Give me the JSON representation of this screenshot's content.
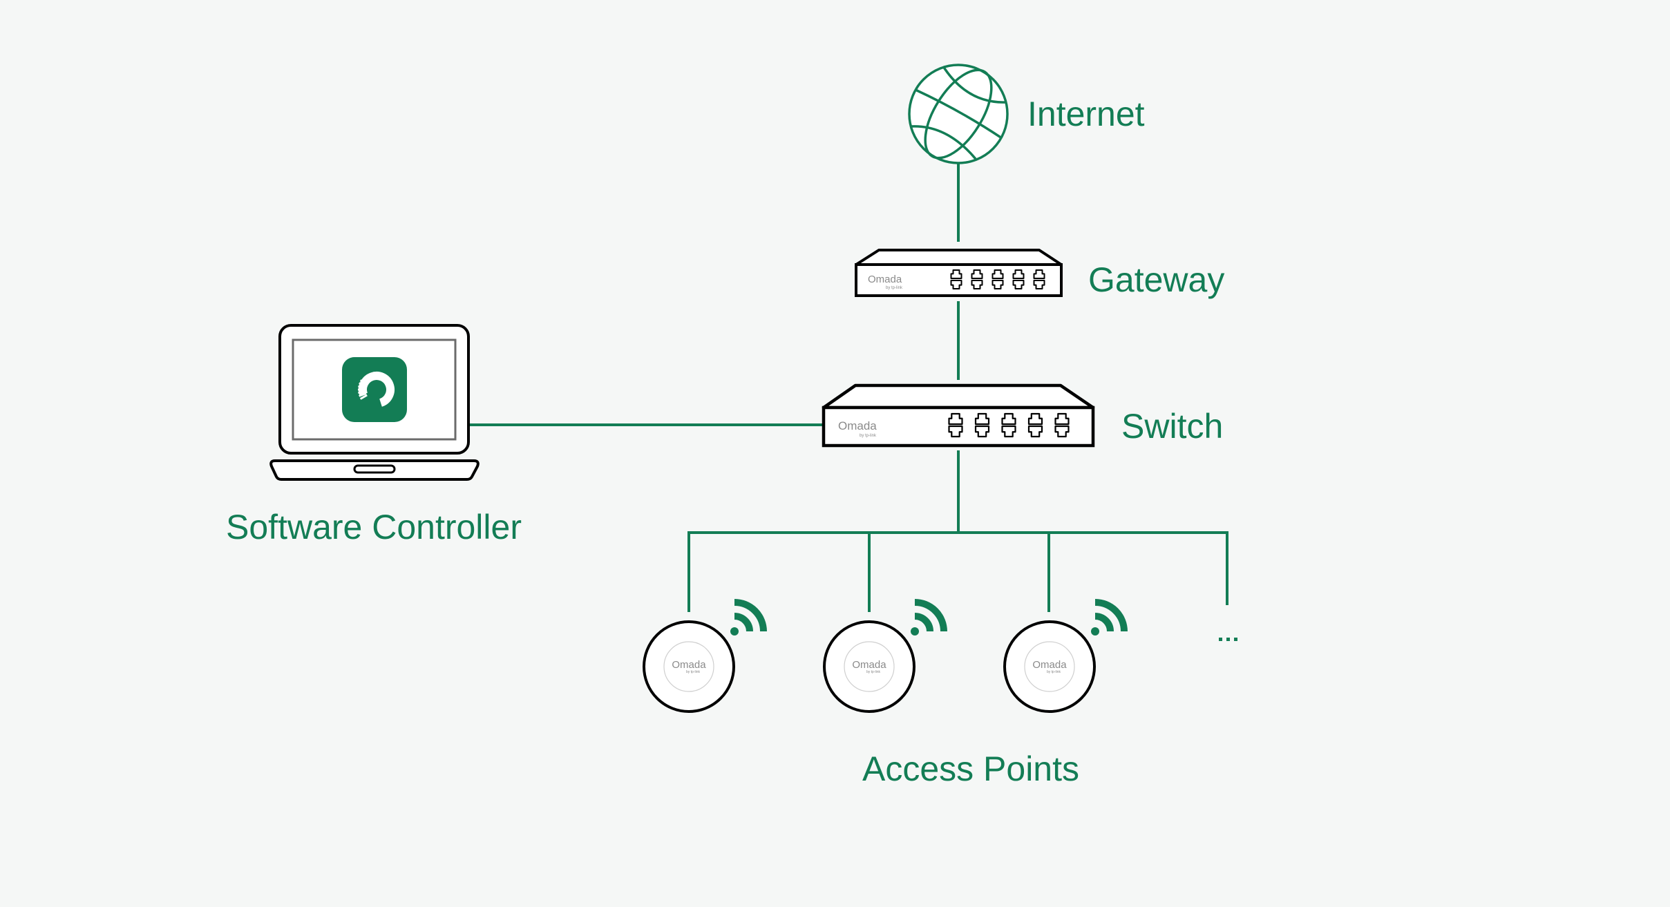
{
  "diagram": {
    "title": "Omada Software Controller network topology",
    "colors": {
      "accent": "#137d55",
      "device_outline": "#000000",
      "device_fill": "#ffffff",
      "brand_text": "#8a8a8a",
      "background": "#f5f7f6"
    },
    "nodes": {
      "internet": {
        "label": "Internet",
        "icon": "globe-icon"
      },
      "gateway": {
        "label": "Gateway",
        "icon": "router-icon",
        "brand": "Omada",
        "brand_sub": "by tp-link",
        "ports": 10
      },
      "switch": {
        "label": "Switch",
        "icon": "switch-icon",
        "brand": "Omada",
        "brand_sub": "by tp-link",
        "ports": 10
      },
      "controller": {
        "label": "Software Controller",
        "icon": "laptop-icon",
        "app_icon": "omada-app-icon"
      },
      "access_points": {
        "label": "Access Points",
        "items": [
          {
            "brand": "Omada",
            "brand_sub": "by tp-link",
            "icon": "wifi-icon"
          },
          {
            "brand": "Omada",
            "brand_sub": "by tp-link",
            "icon": "wifi-icon"
          },
          {
            "brand": "Omada",
            "brand_sub": "by tp-link",
            "icon": "wifi-icon"
          }
        ],
        "more": "..."
      }
    },
    "edges": [
      {
        "from": "internet",
        "to": "gateway"
      },
      {
        "from": "gateway",
        "to": "switch"
      },
      {
        "from": "controller",
        "to": "switch"
      },
      {
        "from": "switch",
        "to": "access_points.0"
      },
      {
        "from": "switch",
        "to": "access_points.1"
      },
      {
        "from": "switch",
        "to": "access_points.2"
      },
      {
        "from": "switch",
        "to": "access_points.more"
      }
    ]
  }
}
